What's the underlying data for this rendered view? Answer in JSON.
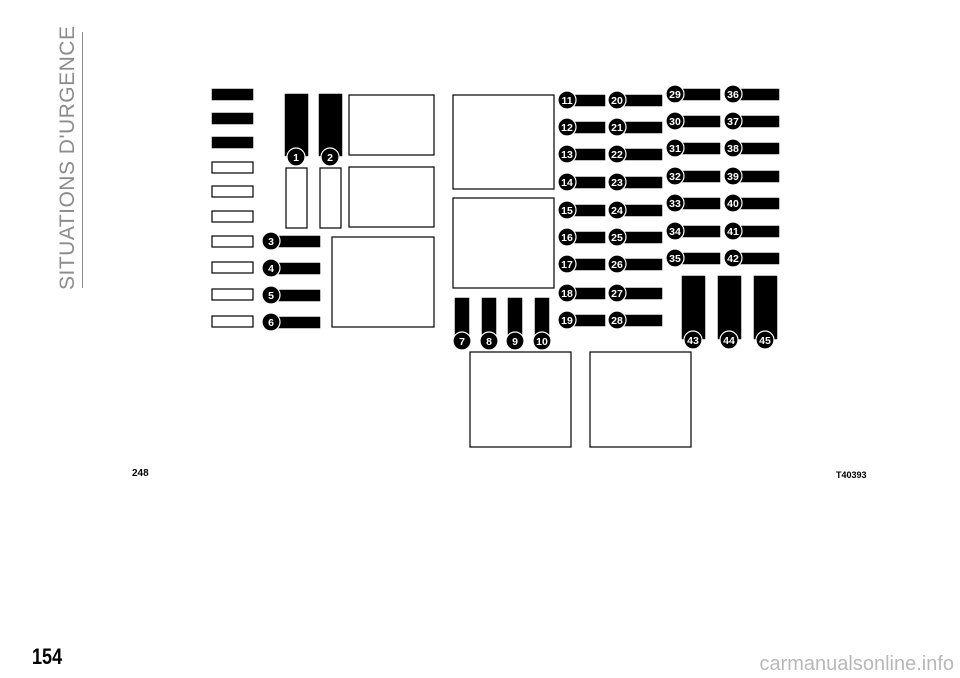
{
  "page": {
    "side_title": "SITUATIONS D'URGENCE",
    "page_number": "154",
    "watermark": "carmanualsonline.info"
  },
  "figure": {
    "number": "248",
    "code": "T40393",
    "fuse_labels": [
      "1",
      "2",
      "3",
      "4",
      "5",
      "6",
      "7",
      "8",
      "9",
      "10",
      "11",
      "12",
      "13",
      "14",
      "15",
      "16",
      "17",
      "18",
      "19",
      "20",
      "21",
      "22",
      "23",
      "24",
      "25",
      "26",
      "27",
      "28",
      "29",
      "30",
      "31",
      "32",
      "33",
      "34",
      "35",
      "36",
      "37",
      "38",
      "39",
      "40",
      "41",
      "42",
      "43",
      "44",
      "45"
    ]
  },
  "colors": {
    "ink": "#000000",
    "title_gray": "#8c8c8c",
    "paper": "#ffffff"
  }
}
